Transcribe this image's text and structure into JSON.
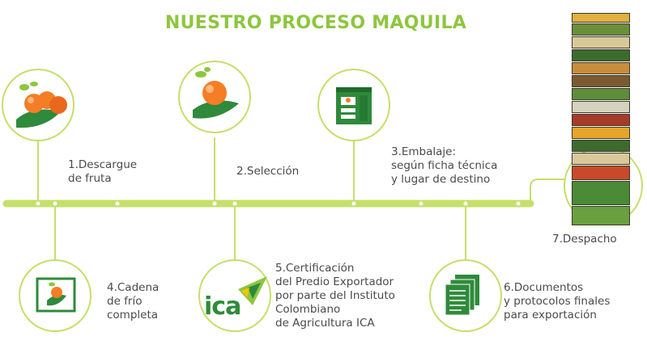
{
  "title": "NUESTRO PROCESO MAQUILA",
  "colors": {
    "brand_green": "#8dc63f",
    "dark_green": "#2f8a3b",
    "timeline": "#c4e06a",
    "orange": "#f57d26"
  },
  "steps": [
    {
      "lines": [
        "1.Descargue",
        "de fruta"
      ],
      "icon": "fruit-icon"
    },
    {
      "lines": [
        "2.Selección"
      ],
      "icon": "fruit-selection-icon"
    },
    {
      "lines": [
        "3.Embalaje:",
        "según ficha técnica",
        "y lugar de destino"
      ],
      "icon": "packing-box-icon"
    },
    {
      "lines": [
        "4.Cadena",
        "de frío",
        "completa"
      ],
      "icon": "cold-chain-box-icon"
    },
    {
      "lines": [
        "5.Certificación",
        "del Predio Exportador",
        "por parte del Instituto",
        "Colombiano",
        "de Agricultura ICA"
      ],
      "icon": "ica-logo-icon"
    },
    {
      "lines": [
        "6.Documentos",
        "y protocolos finales",
        "para exportación"
      ],
      "icon": "documents-icon"
    },
    {
      "lines": [
        "7.Despacho"
      ],
      "icon": "pallet-tower-icon"
    }
  ],
  "ica_logo_text": "ica"
}
